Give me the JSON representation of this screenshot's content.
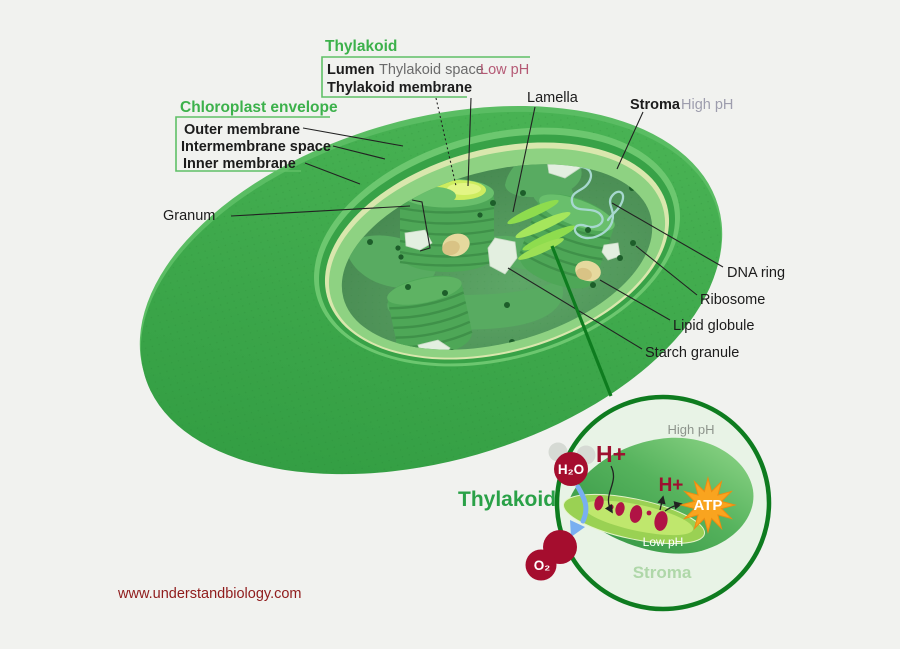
{
  "title": "Chloroplast structure diagram with thylakoid proton-gradient inset",
  "colors": {
    "background": "#f1f2ef",
    "body_green": "#3aa447",
    "body_green_light": "#55bb5e",
    "inner_membrane_green": "#8ed282",
    "intermembrane_pale": "#d9e7ad",
    "stroma_green": "#4f9158",
    "granum_green": "#4ea757",
    "lumen_yellow_green": "#cdec5f",
    "accent_green": "#3cb14b",
    "dark_red": "#a50d2e",
    "rose_ph": "#b55a75",
    "gray_text": "#6b6b6b",
    "atp_orange": "#f9a41f",
    "arrow_blue": "#79aff1",
    "url_red": "#8f1b1b",
    "inset_border_green": "#0e7c1f"
  },
  "labels": {
    "thylakoid_header": "Thylakoid",
    "lumen": "Lumen",
    "thylakoid_space": "Thylakoid space",
    "low_ph": "Low pH",
    "thylakoid_membrane": "Thylakoid membrane",
    "lamella": "Lamella",
    "stroma": "Stroma",
    "high_ph": "High pH",
    "chloroplast_envelope": "Chloroplast envelope",
    "outer_membrane": "Outer membrane",
    "intermembrane_space": "Intermembrane space",
    "inner_membrane": "Inner membrane",
    "granum": "Granum",
    "dna_ring": "DNA ring",
    "ribosome": "Ribosome",
    "lipid_globule": "Lipid globule",
    "starch_granule": "Starch granule"
  },
  "inset": {
    "thylakoid_label": "Thylakoid",
    "high_ph": "High pH",
    "low_ph": "Low pH",
    "stroma": "Stroma",
    "h_plus_1": "H+",
    "h_plus_2": "H+",
    "atp": "ATP",
    "h2o": "H₂O",
    "o2": "O₂"
  },
  "footer": {
    "website": "www.understandbiology.com"
  }
}
